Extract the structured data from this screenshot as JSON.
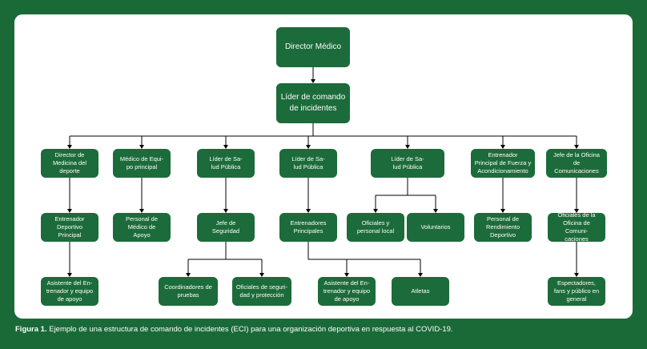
{
  "top": {
    "director": "Director Médico",
    "incident_commander": "Líder de comando\nde incidentes"
  },
  "columns": {
    "c1": {
      "head": "Director de\nMedicina del\ndeporte",
      "mid": "Entrenador\nDeportivo\nPrincipal",
      "low": "Asistente del En-\ntrenador  y equipo\nde apoyo"
    },
    "c2": {
      "head": "Médico de Equi-\npo principal",
      "mid": "Personal de\nMédico de\nApoyo"
    },
    "c3": {
      "head": "Líder de Sa-\nlud Pública",
      "mid": "Jefe de\nSeguridad",
      "low_a": "Coordinadores de\npruebas",
      "low_b": "Oficiales de seguri-\ndad y protección"
    },
    "c4": {
      "head": "Líder de Sa-\nlud Pública",
      "mid": "Entrenadores\nPrincipales",
      "low_a": "Asistente del En-\ntrenador  y equipo\nde apoyo",
      "low_b": "Atletas"
    },
    "c5": {
      "head": "Líder de Sa-\nlud Pública",
      "mid_a": "Oficiales y\npersonal local",
      "mid_b": "Voluntarios"
    },
    "c6": {
      "head": "Entrenador\nPrincipal de Fuerza y\nAcondicionamiento",
      "mid": "Personal de\nRendimiento\nDeportivo"
    },
    "c7": {
      "head": "Jefe de la Oficina de\nComunicaciones",
      "mid": "Oficiales de la\nOficina de Comuni-\ncaciones",
      "low": "Espectadores,\nfans y público en\ngeneral"
    }
  },
  "caption": {
    "label": "Figura 1.",
    "text": " Ejemplo de una estructura de comando de incidentes (ECI) para una organización deportiva en respuesta al COVID-19."
  },
  "colors": {
    "border": "#1a6a38",
    "box": "#1c6b3a",
    "line": "#000000",
    "panel": "#ffffff"
  }
}
